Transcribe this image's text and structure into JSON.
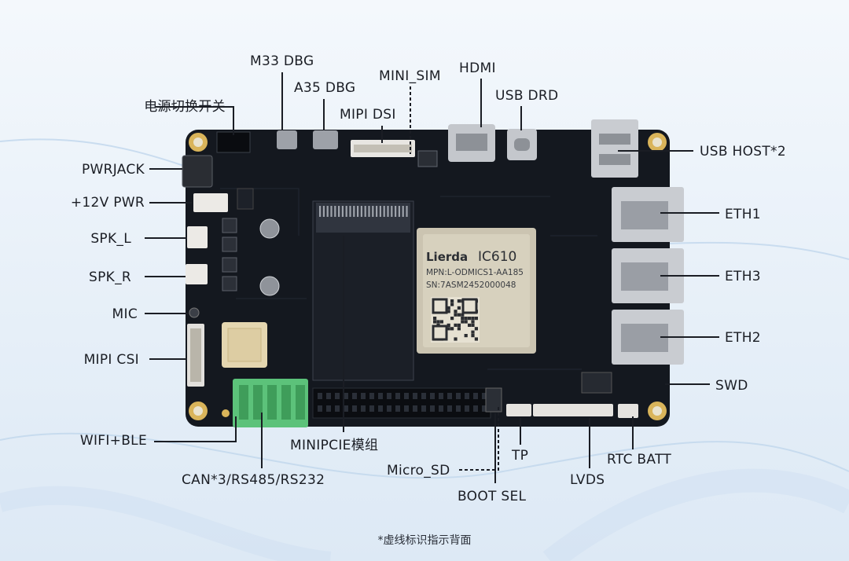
{
  "labels": {
    "power_switch": "电源切换开关",
    "pwrjack": "PWRJACK",
    "pwr12v": "+12V PWR",
    "spk_l": "SPK_L",
    "spk_r": "SPK_R",
    "mic": "MIC",
    "mipi_csi": "MIPI CSI",
    "wifi_ble": "WIFI+BLE",
    "m33_dbg": "M33 DBG",
    "a35_dbg": "A35 DBG",
    "mipi_dsi": "MIPI DSI",
    "mini_sim": "MINI_SIM",
    "hdmi": "HDMI",
    "usb_drd": "USB DRD",
    "usb_host": "USB HOST*2",
    "eth1": "ETH1",
    "eth3": "ETH3",
    "eth2": "ETH2",
    "swd": "SWD",
    "rtc_batt": "RTC BATT",
    "lvds": "LVDS",
    "tp": "TP",
    "boot_sel": "BOOT SEL",
    "micro_sd": "Micro_SD",
    "minipcie": "MINIPCIE模组",
    "can_rs": "CAN*3/RS485/RS232"
  },
  "module": {
    "brand": "Lierda",
    "model": "IC610",
    "mpn": "MPN:L-ODMICS1-AA185",
    "sn": "SN:7ASM2452000048"
  },
  "footnote": "*虚线标识指示背面",
  "colors": {
    "board": "#14181f",
    "gold_pad": "#d9b45a",
    "terminal_green": "#5cc27a",
    "label_text": "#1a1d24",
    "leader_line": "#1a1d24"
  }
}
